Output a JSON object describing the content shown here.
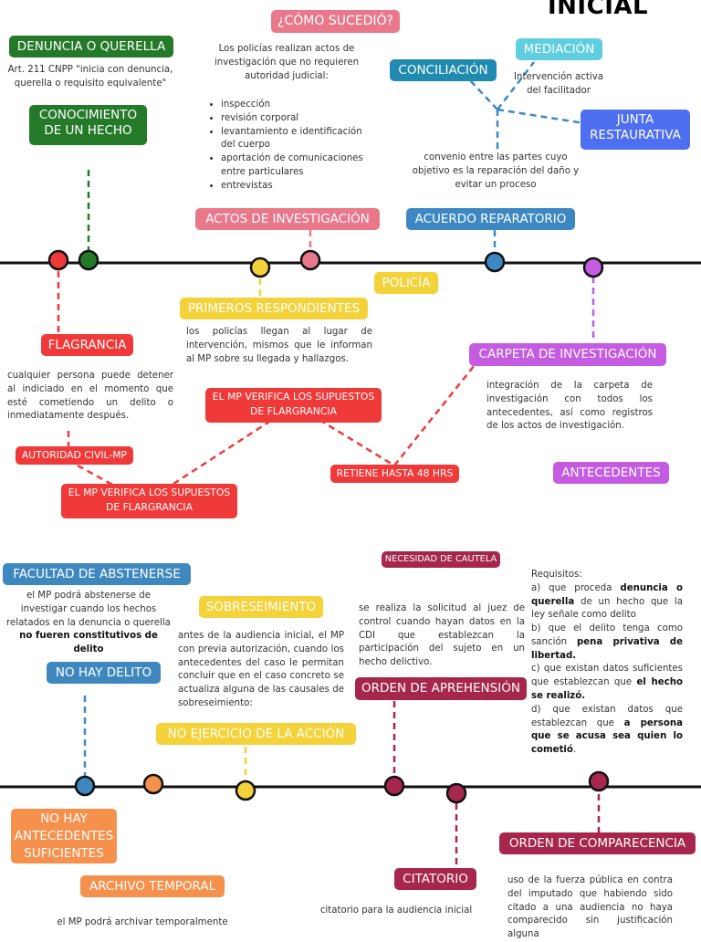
{
  "title": "INICIAL",
  "colors": {
    "green": "#257a2a",
    "pink": "#e8788a",
    "cyan": "#5fcfe0",
    "teal": "#1f8bb0",
    "blue": "#4d6ff0",
    "sky": "#3d88c2",
    "yellow": "#f4d23a",
    "red": "#f03a3a",
    "purple": "#c45be0",
    "steel": "#3f88bf",
    "orange": "#f6904d",
    "maroon": "#a7264d"
  },
  "top": {
    "denuncia": {
      "label": "DENUNCIA O QUERELLA",
      "text": "Art. 211 CNPP \"inicia con denuncia, querella o requisito equivalente\""
    },
    "conocimiento": {
      "line1": "CONOCIMIENTO",
      "line2": "DE UN HECHO"
    },
    "como": {
      "label": "¿CÓMO SUCEDIÓ?",
      "intro": "Los policías realizan actos de investigación que no requieren autoridad judicial:",
      "items": [
        "inspección",
        "revisión corporal",
        "levantamiento e identificación del cuerpo",
        "aportación de comunicaciones entre particulares",
        "entrevistas"
      ]
    },
    "actos": "ACTOS DE INVESTIGACIÓN",
    "mediacion": {
      "label": "MEDIACIÓN",
      "text": "Intervención activa del facilitador"
    },
    "conciliacion": "CONCILIACIÓN",
    "junta": {
      "line1": "JUNTA",
      "line2": "RESTAURATIVA"
    },
    "convenio": "convenio entre las partes cuyo objetivo es la reparación del daño y evitar un proceso",
    "acuerdo": "ACUERDO REPARATORIO",
    "policia": "POLICÍA",
    "primeros": {
      "label": "PRIMEROS RESPONDIENTES",
      "text": "los policías llegan al lugar de intervención, mismos que le informan al MP sobre su llegada y hallazgos."
    },
    "flagrancia": {
      "label": "FLAGRANCIA",
      "text": "cualquier persona puede detener al indiciado en el momento que esté cometiendo un delito o inmediatamente después."
    },
    "verifica1": {
      "line1": "EL MP VERIFICA LOS SUPUESTOS",
      "line2": "DE FLARGRANCIA"
    },
    "autoridad": "AUTORIDAD CIVIL-MP",
    "verifica2": {
      "line1": "EL MP VERIFICA LOS SUPUESTOS",
      "line2": "DE FLARGRANCIA"
    },
    "retiene": "RETIENE HASTA 48 HRS",
    "carpeta": {
      "label": "CARPETA DE INVESTIGACIÓN",
      "text": "integración de la carpeta de investigación con todos los antecedentes, así como registros de los actos de investigación."
    },
    "antecedentes": "ANTECEDENTES"
  },
  "bottom": {
    "facultad": {
      "label": "FACULTAD DE ABSTENERSE",
      "text_plain": "el MP podrá abstenerse de investigar cuando los hechos relatados en la denuncia o querella",
      "text_bold": "no fueren constitutivos de delito"
    },
    "no_delito": "NO HAY DELITO",
    "sobreseimiento": {
      "label": "SOBRESEIMIENTO",
      "text": "antes de la audiencia inicial, el MP con previa autorización, cuando los antecedentes del caso le permitan concluir que en el caso concreto se actualiza alguna de las causales de sobreseimiento:"
    },
    "no_ejercicio": "NO EJERCICIO DE LA ACCIÓN",
    "no_hay": {
      "line1": "NO HAY",
      "line2": "ANTECEDENTES",
      "line3": "SUFICIENTES"
    },
    "archivo": {
      "label": "ARCHIVO TEMPORAL",
      "text": "el MP podrá archivar temporalmente"
    },
    "necesidad": {
      "label": "NECESIDAD DE CAUTELA",
      "text": "se realiza la solicitud al juez de control cuando hayan datos en la CDI que establezcan la participación del sujeto en un hecho delictivo."
    },
    "orden_aprehension": "ORDEN DE APREHENSIÓN",
    "citatorio": {
      "label": "CITATORIO",
      "text": "citatorio para la audiencia inicial"
    },
    "requisitos": {
      "heading": "Requisitos:",
      "a1": "a) que proceda ",
      "a_b": "denuncia o querella",
      "a2": " de un hecho que la ley señale como delito",
      "b1": "b) que el delito tenga como sanción ",
      "b_b": "pena privativa de libertad.",
      "c1": "c) que existan datos suficientes que establezcan que ",
      "c_b": "el hecho se realizó.",
      "d1": "d) que existan datos que establezcan que ",
      "d_b": "a persona que se acusa sea quien lo cometió",
      "d2": "."
    },
    "comparecencia": {
      "label": "ORDEN DE COMPARECENCIA",
      "text": "uso de la fuerza pública en contra del imputado que habiendo sido citado a una audiencia no haya comparecido sin justificación alguna"
    }
  }
}
